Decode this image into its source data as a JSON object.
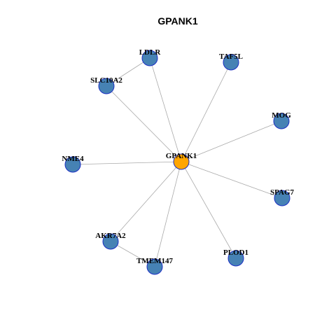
{
  "title": "GPANK1",
  "colors": {
    "center": "#ffa500",
    "neighbor": "#4682b4",
    "node_border": "#1c2fc4",
    "edge": "#aaaaaa"
  },
  "nodes": [
    {
      "id": "GPANK1",
      "label": "GPANK1",
      "role": "center"
    },
    {
      "id": "LDLR",
      "label": "LDLR",
      "role": "neighbor"
    },
    {
      "id": "TAF5L",
      "label": "TAF5L",
      "role": "neighbor"
    },
    {
      "id": "SLC10A2",
      "label": "SLC10A2",
      "role": "neighbor"
    },
    {
      "id": "MOG",
      "label": "MOG",
      "role": "neighbor"
    },
    {
      "id": "NME4",
      "label": "NME4",
      "role": "neighbor"
    },
    {
      "id": "SPAG7",
      "label": "SPAG7",
      "role": "neighbor"
    },
    {
      "id": "AKR7A2",
      "label": "AKR7A2",
      "role": "neighbor"
    },
    {
      "id": "PLOD1",
      "label": "PLOD1",
      "role": "neighbor"
    },
    {
      "id": "TMEM147",
      "label": "TMEM147",
      "role": "neighbor"
    }
  ],
  "edges": [
    [
      "GPANK1",
      "LDLR"
    ],
    [
      "GPANK1",
      "TAF5L"
    ],
    [
      "GPANK1",
      "SLC10A2"
    ],
    [
      "GPANK1",
      "MOG"
    ],
    [
      "GPANK1",
      "NME4"
    ],
    [
      "GPANK1",
      "SPAG7"
    ],
    [
      "GPANK1",
      "AKR7A2"
    ],
    [
      "GPANK1",
      "PLOD1"
    ],
    [
      "GPANK1",
      "TMEM147"
    ],
    [
      "LDLR",
      "SLC10A2"
    ],
    [
      "AKR7A2",
      "TMEM147"
    ]
  ]
}
